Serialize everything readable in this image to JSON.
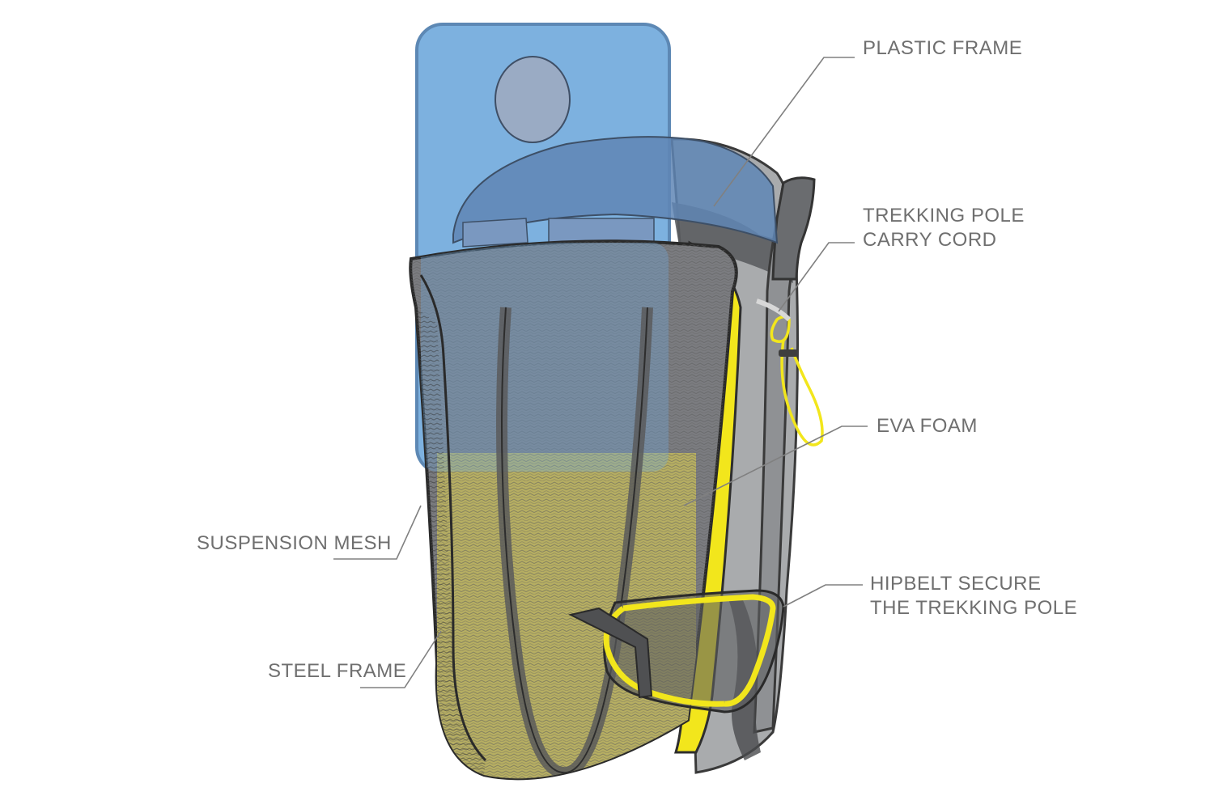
{
  "labels": {
    "plastic_frame": "PLASTIC FRAME",
    "trekking_pole_carry_cord": [
      "TREKKING POLE",
      "CARRY CORD"
    ],
    "eva_foam": "EVA FOAM",
    "suspension_mesh": "SUSPENSION MESH",
    "hipbelt_secure": [
      "HIPBELT SECURE",
      "THE TREKKING POLE"
    ],
    "steel_frame": "STEEL FRAME"
  },
  "colors": {
    "plastic_frame": "#6fa8dc",
    "eva_foam": "#f2e61c",
    "pack_body": "#a9abad",
    "mesh_back": "#b6ae62",
    "leader_line": "#808080",
    "label_text": "#6f6f6f"
  }
}
